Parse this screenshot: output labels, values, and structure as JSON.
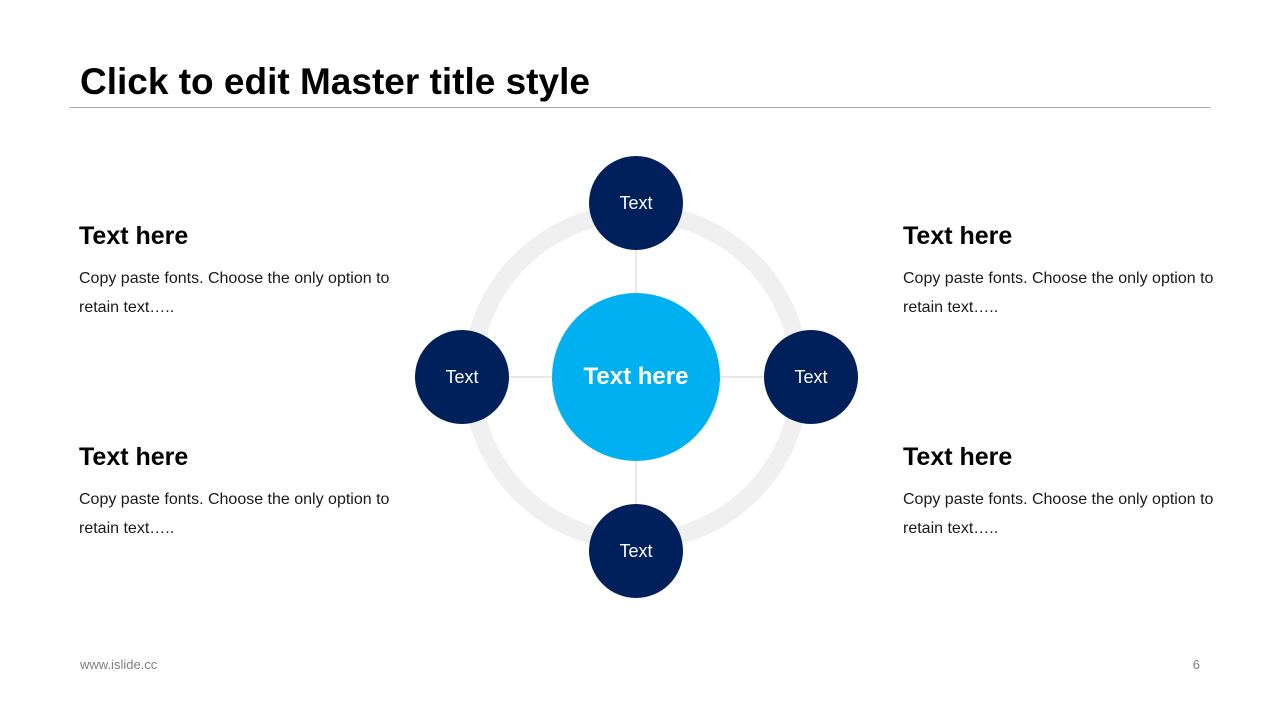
{
  "slide": {
    "title": "Click to edit Master title style",
    "footer_url": "www.islide.cc",
    "page_number": "6"
  },
  "blocks": [
    {
      "heading": "Text here",
      "body": "Copy paste fonts. Choose the only option to retain text….."
    },
    {
      "heading": "Text here",
      "body": "Copy paste fonts. Choose the only option to retain text….."
    },
    {
      "heading": "Text here",
      "body": "Copy paste fonts. Choose the only option to retain text….."
    },
    {
      "heading": "Text here",
      "body": "Copy paste fonts. Choose the only option to retain text….."
    }
  ],
  "diagram": {
    "center_label": "Text here",
    "nodes": [
      {
        "label": "Text"
      },
      {
        "label": "Text"
      },
      {
        "label": "Text"
      },
      {
        "label": "Text"
      }
    ],
    "colors": {
      "ring": "#f0f0f0",
      "connector": "#d0d0d0",
      "node": "#00205b",
      "center": "#00b0f0"
    }
  }
}
